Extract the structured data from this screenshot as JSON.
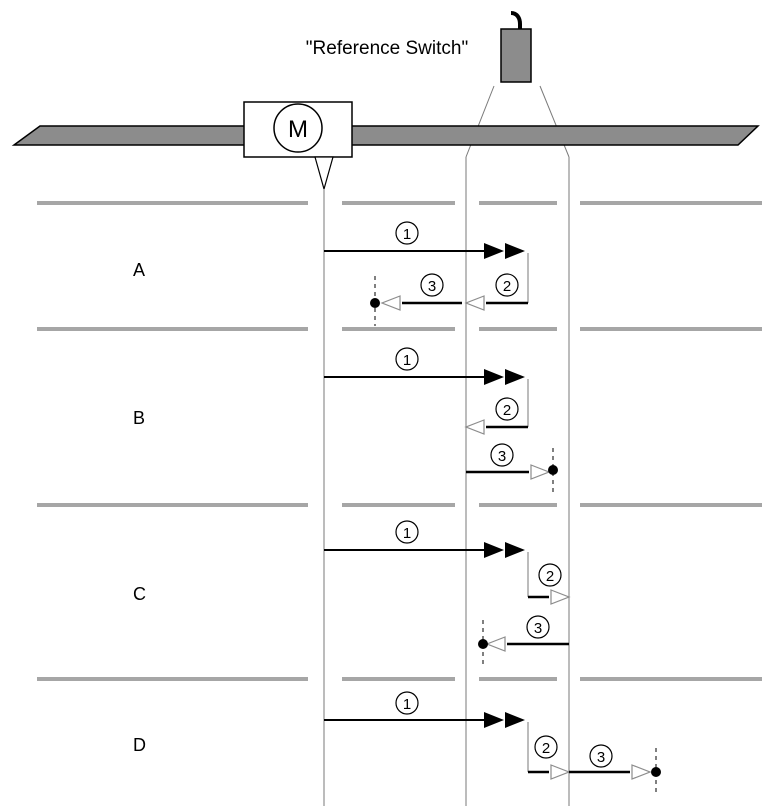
{
  "switch_label": "\"Reference Switch\"",
  "motor_label": "M",
  "scenarios": [
    {
      "label": "A",
      "steps": [
        "1",
        "2",
        "3"
      ]
    },
    {
      "label": "B",
      "steps": [
        "1",
        "2",
        "3"
      ]
    },
    {
      "label": "C",
      "steps": [
        "1",
        "2",
        "3"
      ]
    },
    {
      "label": "D",
      "steps": [
        "1",
        "2",
        "3"
      ]
    }
  ],
  "colors": {
    "rail": "#8c8c8c",
    "separator": "#a6a6a6",
    "guide_line": "#7a7a7a",
    "motion_line": "#000000",
    "hollow_arrow": "#8c8c8c"
  }
}
